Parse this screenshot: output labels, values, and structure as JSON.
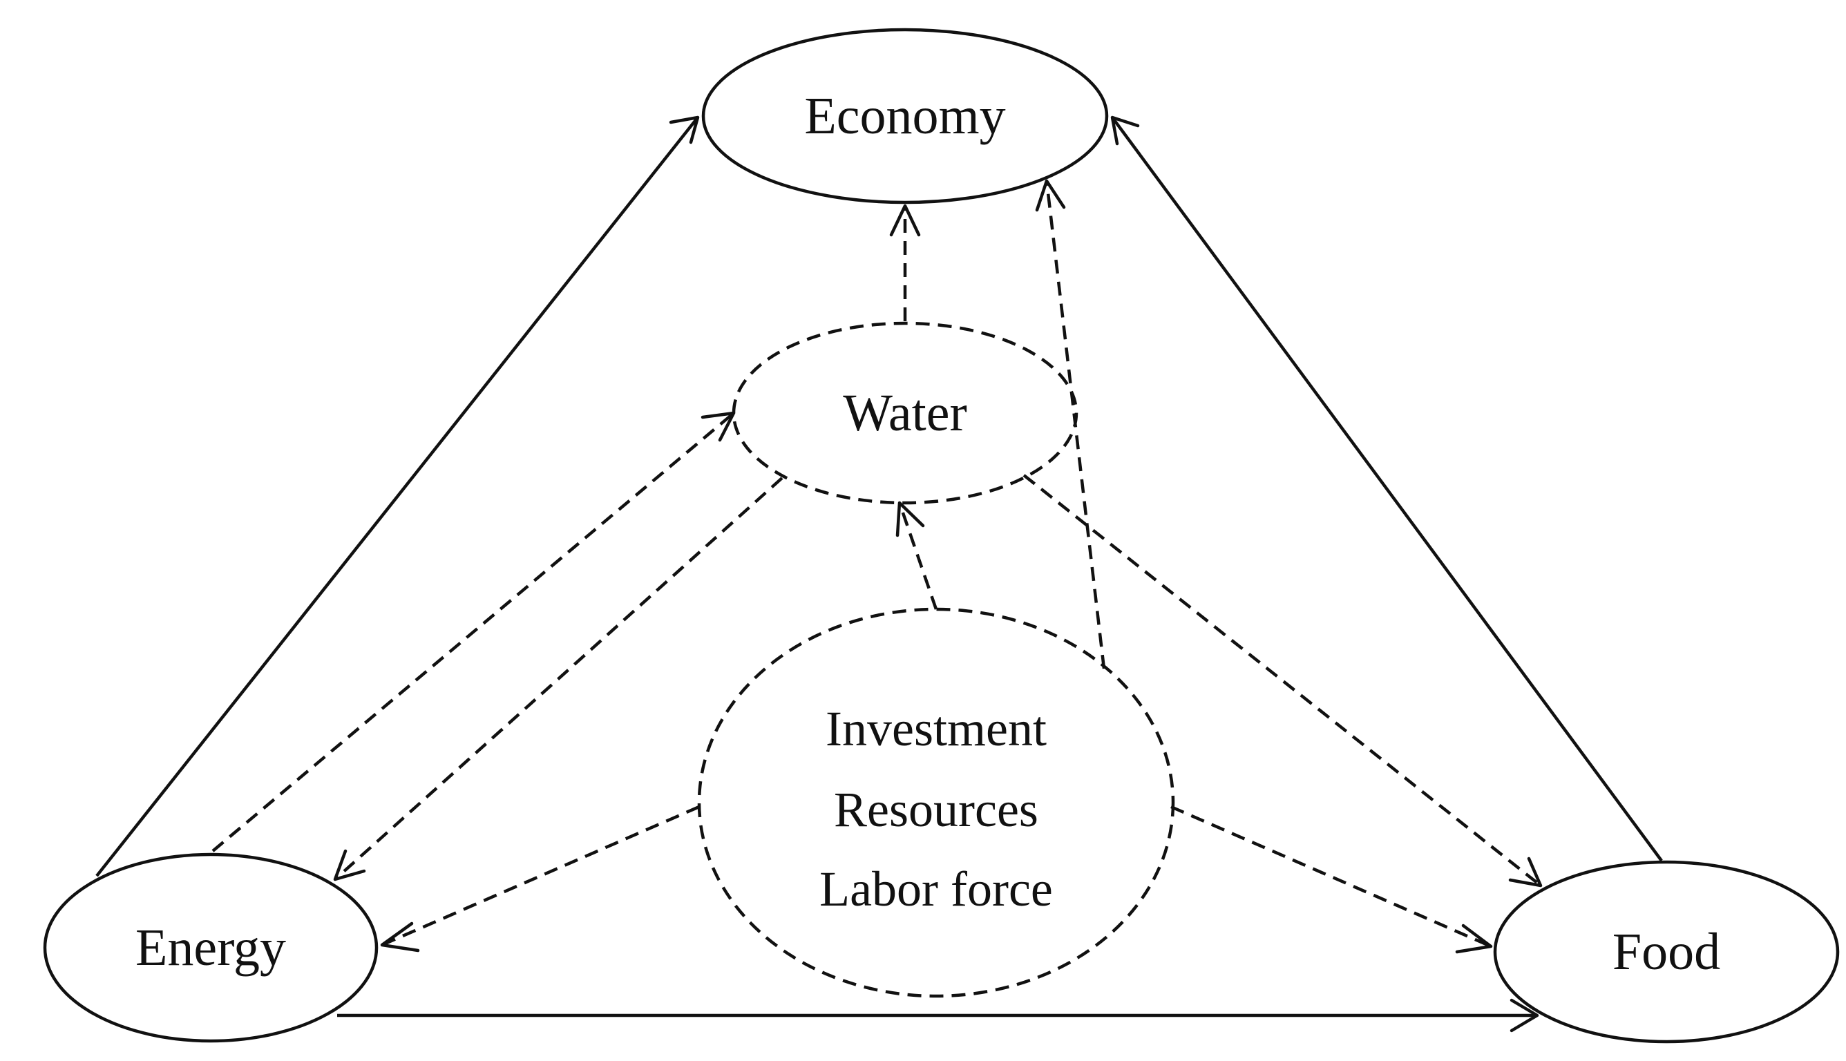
{
  "nodes": {
    "economy": {
      "label": "Economy"
    },
    "water": {
      "label": "Water"
    },
    "energy": {
      "label": "Energy"
    },
    "food": {
      "label": "Food"
    },
    "factors": {
      "lines": [
        "Investment",
        "Resources",
        "Labor force"
      ]
    }
  },
  "edges": [
    {
      "from": "energy",
      "to": "economy",
      "style": "solid"
    },
    {
      "from": "food",
      "to": "economy",
      "style": "solid"
    },
    {
      "from": "energy",
      "to": "food",
      "style": "solid"
    },
    {
      "from": "water",
      "to": "economy",
      "style": "dashed"
    },
    {
      "from": "factors",
      "to": "economy",
      "style": "dashed"
    },
    {
      "from": "energy",
      "to": "water",
      "style": "dashed"
    },
    {
      "from": "water",
      "to": "energy",
      "style": "dashed"
    },
    {
      "from": "water",
      "to": "food",
      "style": "dashed"
    },
    {
      "from": "factors",
      "to": "water",
      "style": "dashed"
    },
    {
      "from": "factors",
      "to": "energy",
      "style": "dashed"
    },
    {
      "from": "factors",
      "to": "food",
      "style": "dashed"
    }
  ],
  "colors": {
    "stroke": "#111111",
    "background": "#ffffff"
  }
}
